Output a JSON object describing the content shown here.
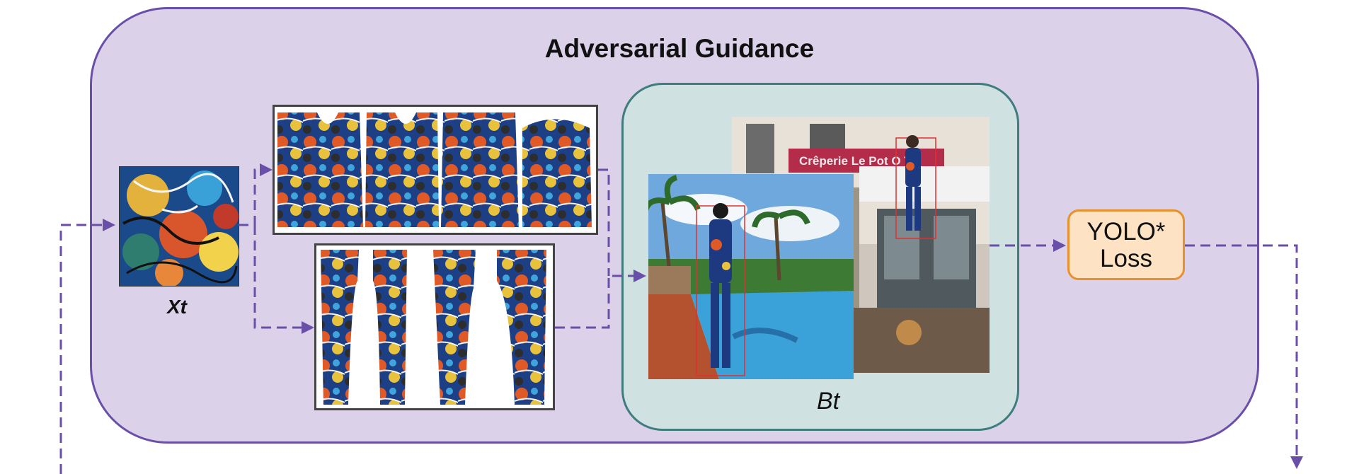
{
  "title": "Adversarial Guidance",
  "texture_label": "Xt",
  "render_label": "Bt",
  "loss": {
    "line1": "YOLO*",
    "line2": "Loss"
  },
  "scene_sign_text": "Crêperie  Le Pot  O  T",
  "colors": {
    "outer_fill": "#dbd2e9",
    "outer_border": "#6a4fa8",
    "render_fill": "#cfe1e1",
    "render_border": "#3e7d7c",
    "loss_fill": "#fde3c4",
    "loss_border": "#e8902d",
    "arrow": "#6a4fa8",
    "bbox": "#e03030"
  }
}
